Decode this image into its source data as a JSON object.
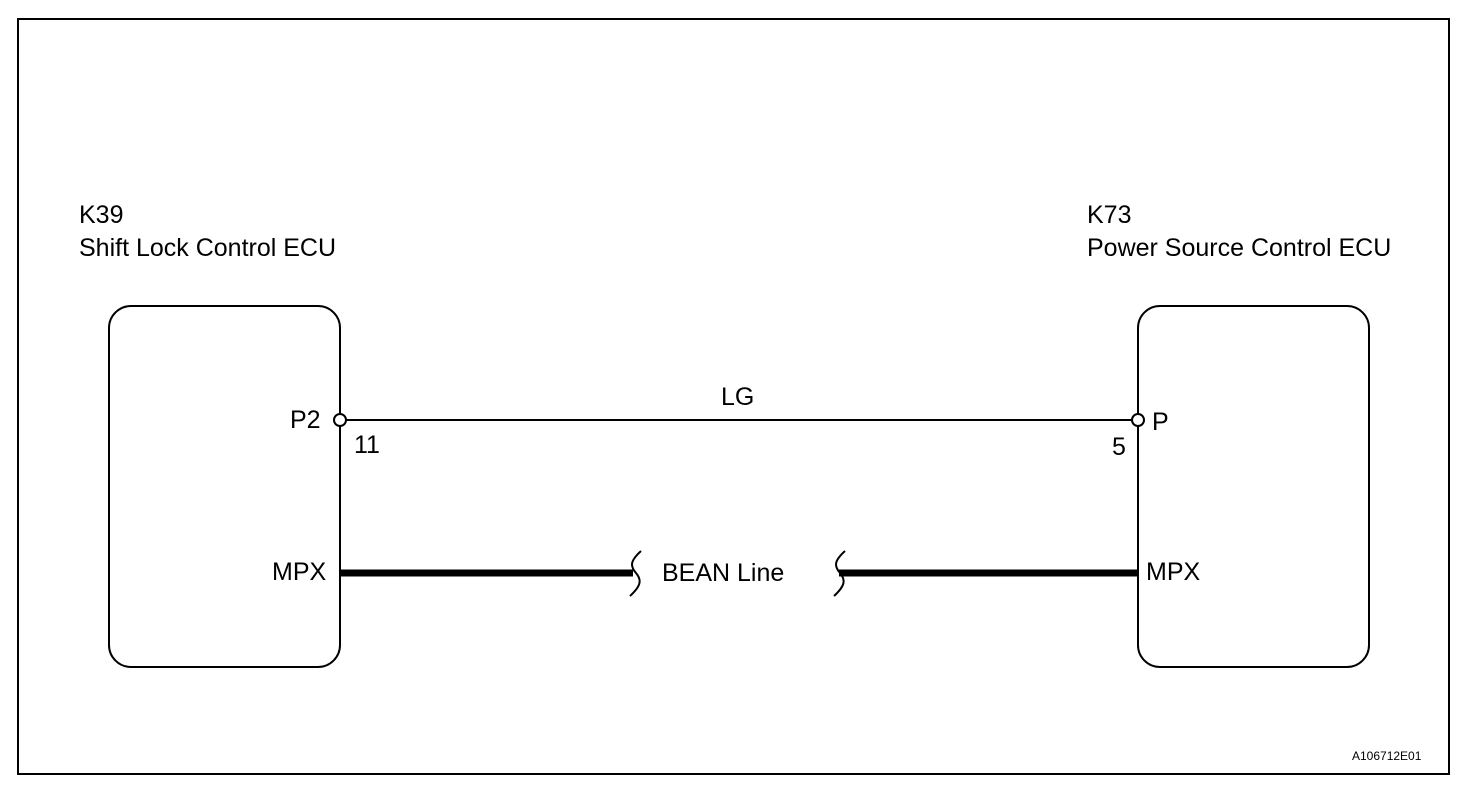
{
  "left_ecu": {
    "code": "K39",
    "name": "Shift Lock Control ECU",
    "connector": "P2",
    "pin": "11",
    "mpx_label": "MPX"
  },
  "right_ecu": {
    "code": "K73",
    "name": "Power Source Control ECU",
    "connector": "P",
    "pin": "5",
    "mpx_label": "MPX"
  },
  "wire": {
    "color_code": "LG"
  },
  "bus": {
    "label": "BEAN Line"
  },
  "figure_id": "A106712E01"
}
